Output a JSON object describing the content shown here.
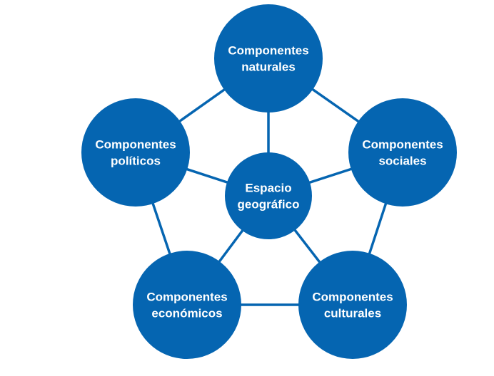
{
  "diagram": {
    "colors": {
      "node_fill": "#0565b1",
      "edge_stroke": "#0565b1",
      "text": "#ffffff",
      "background": "#ffffff"
    },
    "center": {
      "id": "center",
      "lines": [
        "Espacio",
        "geográfico"
      ]
    },
    "nodes": [
      {
        "id": "naturales",
        "lines": [
          "Componentes",
          "naturales"
        ]
      },
      {
        "id": "sociales",
        "lines": [
          "Componentes",
          "sociales"
        ]
      },
      {
        "id": "culturales",
        "lines": [
          "Componentes",
          "culturales"
        ]
      },
      {
        "id": "economicos",
        "lines": [
          "Componentes",
          "económicos"
        ]
      },
      {
        "id": "politicos",
        "lines": [
          "Componentes",
          "políticos"
        ]
      }
    ]
  }
}
